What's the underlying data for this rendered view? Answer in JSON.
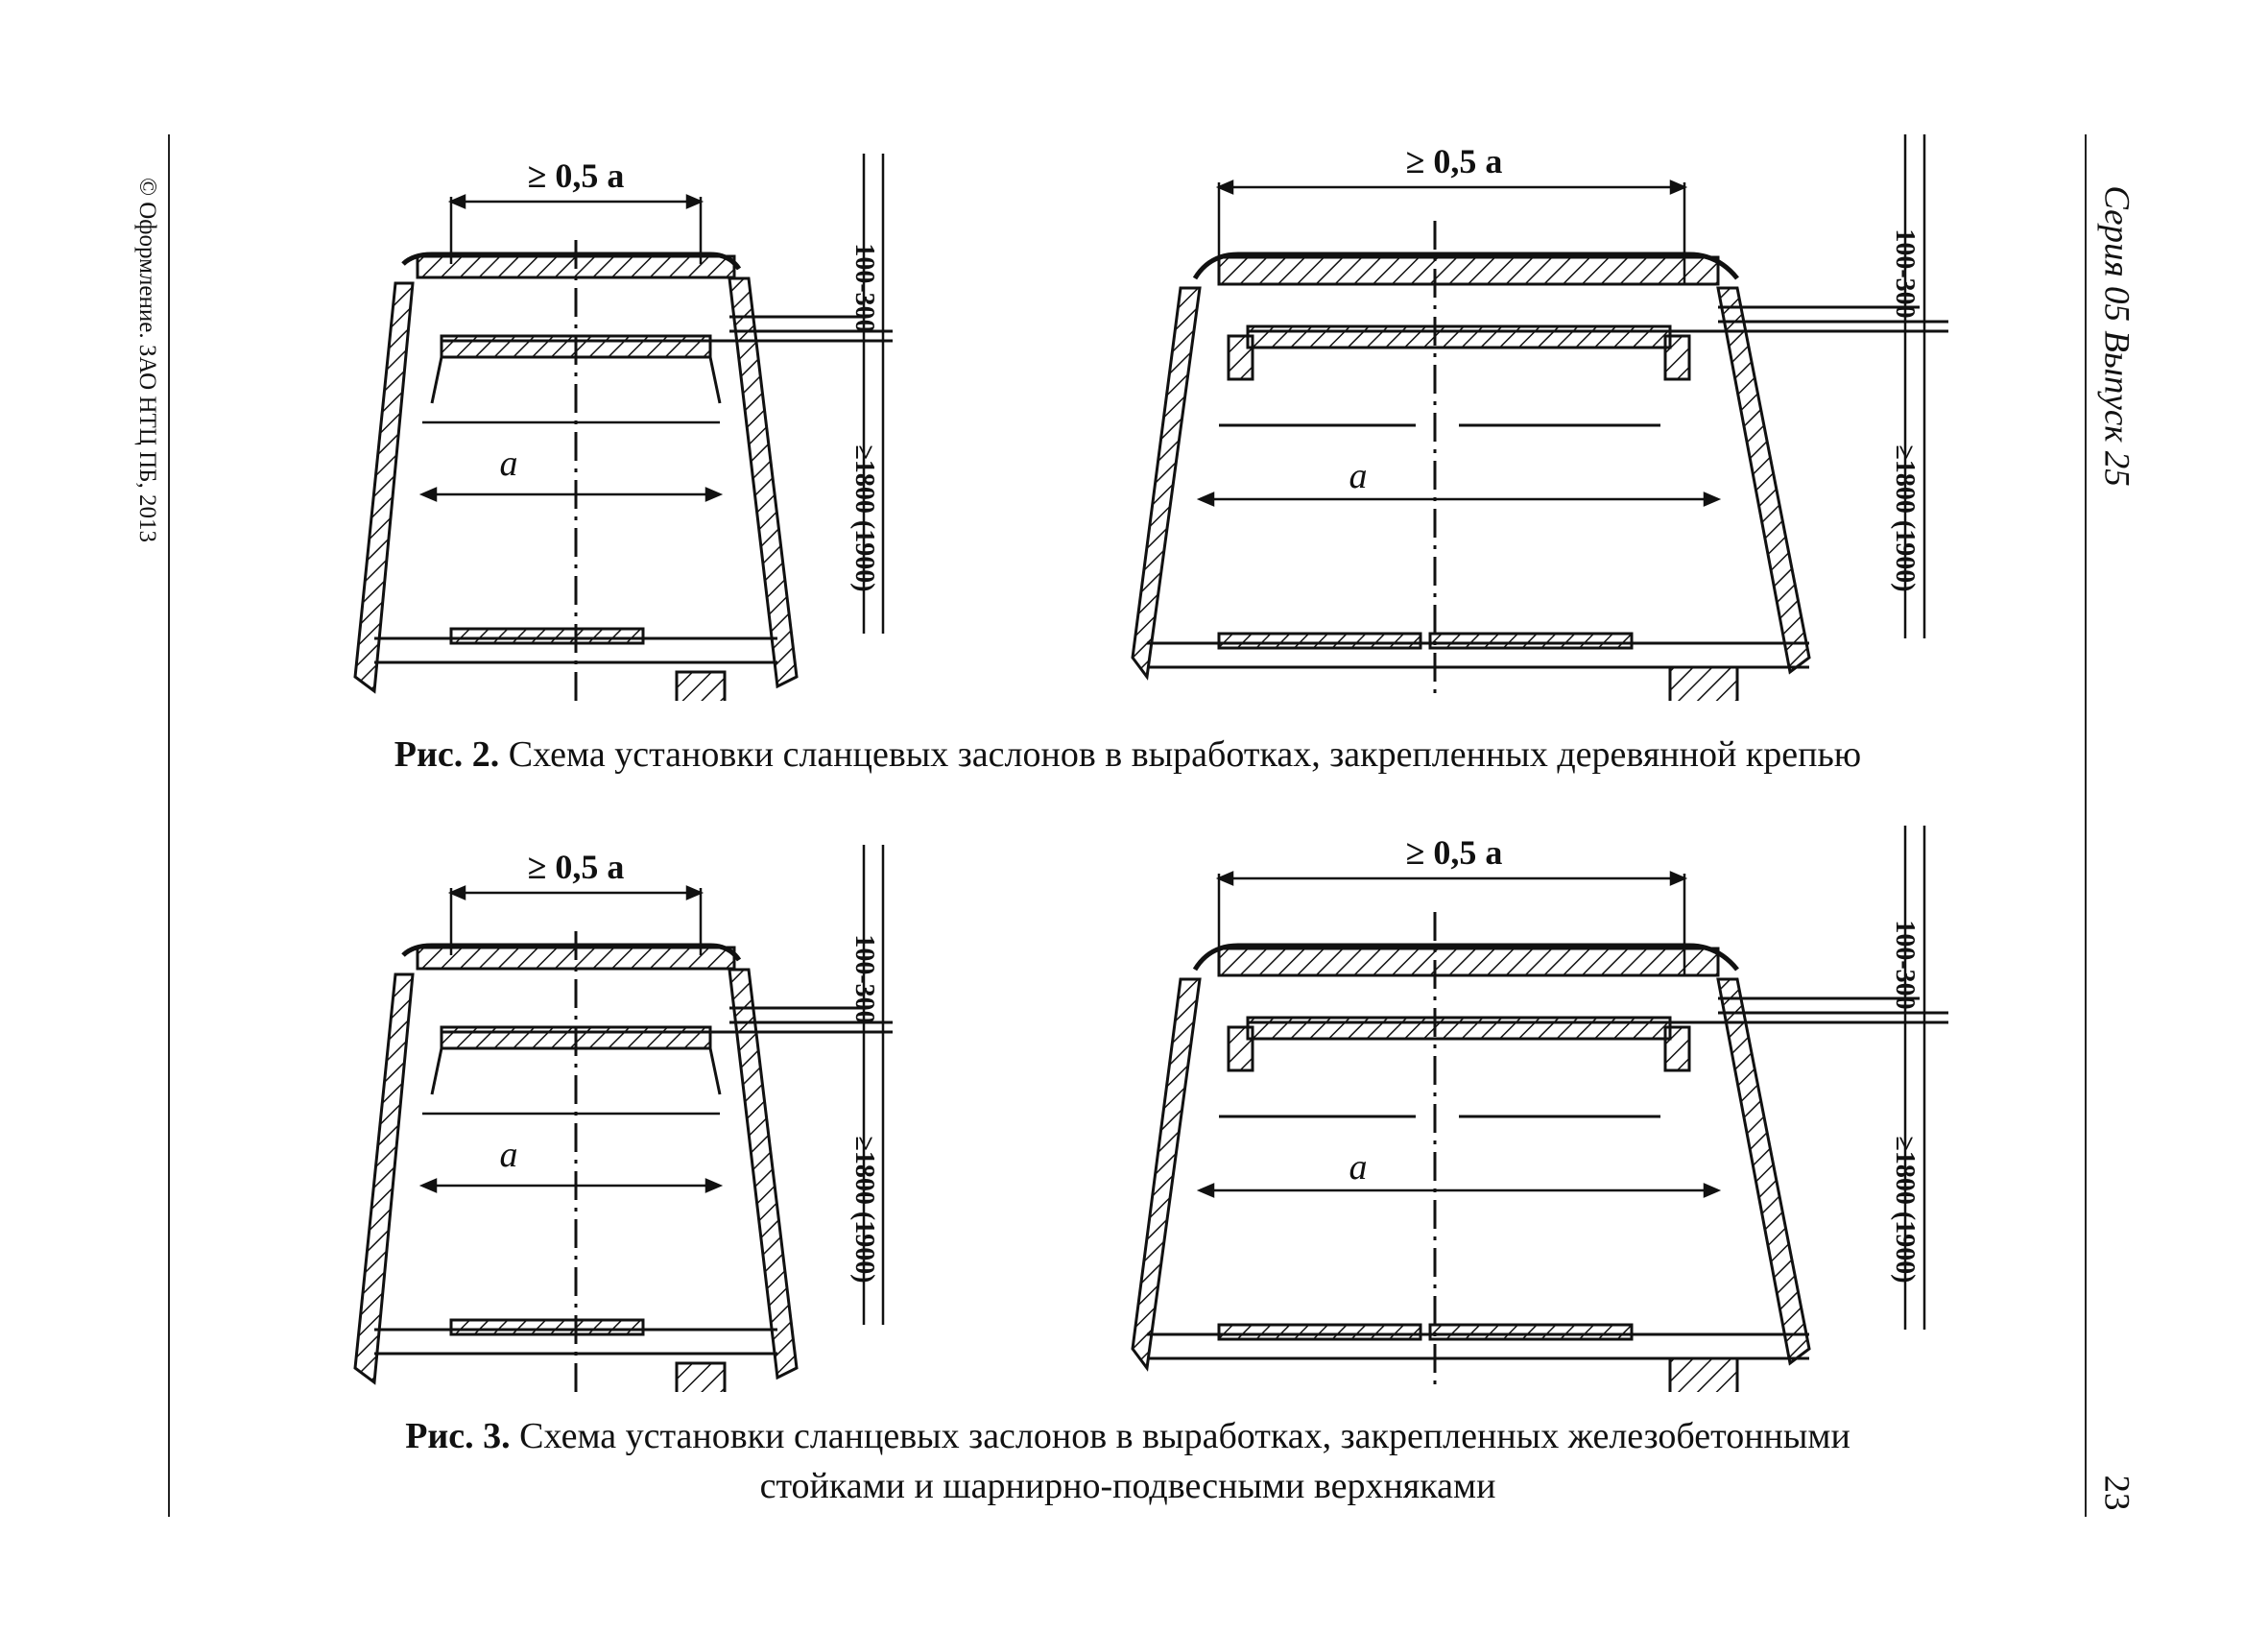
{
  "margin_left": {
    "copyright": "© Оформление. ЗАО НТЦ ПБ, 2013"
  },
  "margin_right": {
    "series": "Серия 05  Выпуск 25",
    "page_number": "23"
  },
  "figure2": {
    "label": "Рис. 2.",
    "caption": " Схема установки сланцевых заслонов в выработках, закрепленных деревянной крепью"
  },
  "figure3": {
    "label": "Рис. 3.",
    "caption_line1": " Схема установки сланцевых заслонов в выработках, закрепленных железобетонными",
    "caption_line2": "стойками и шарнирно-подвесными верхняками"
  },
  "dims": {
    "top_width": "≥ 0,5 a",
    "bottom_width": "a",
    "gap": "100-300",
    "height": "≥1800 (1900)"
  }
}
